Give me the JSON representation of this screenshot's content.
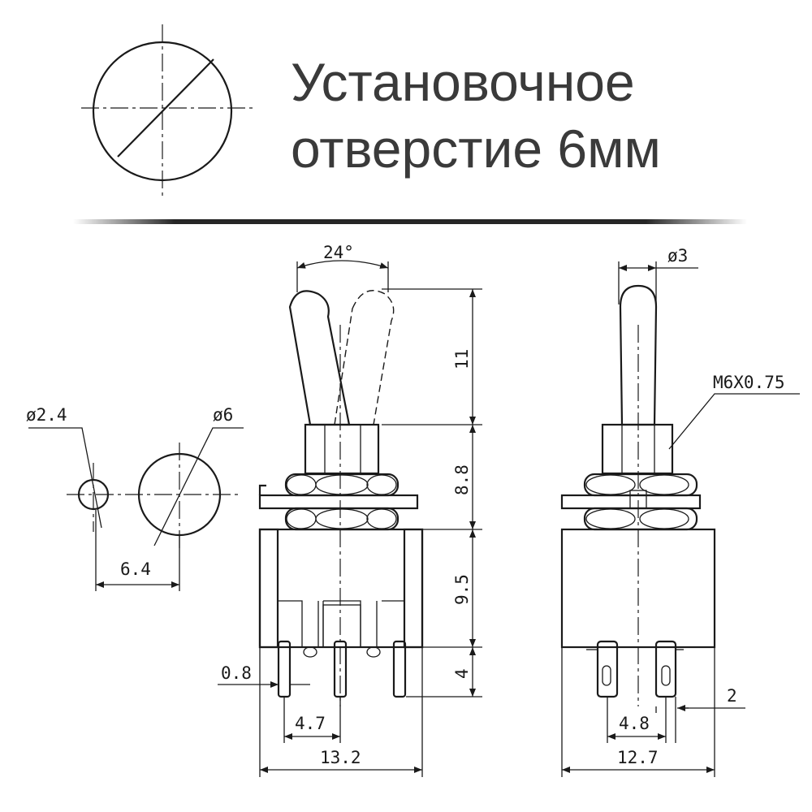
{
  "header": {
    "line1": "Установочное",
    "line2": "отверстие 6мм"
  },
  "dimensions": {
    "angle": "24°",
    "h_lever": "11",
    "h_bushing": "8.8",
    "h_body": "9.5",
    "h_pins": "4",
    "pin_width": "0.8",
    "pin_pitch_front": "4.7",
    "width_front": "13.2",
    "lever_dia": "ø3",
    "thread": "M6X0.75",
    "pin_width_side": "2",
    "pin_pitch_side": "4.8",
    "width_side": "12.7",
    "small_hole": "ø2.4",
    "large_hole": "ø6",
    "hole_spacing": "6.4"
  }
}
